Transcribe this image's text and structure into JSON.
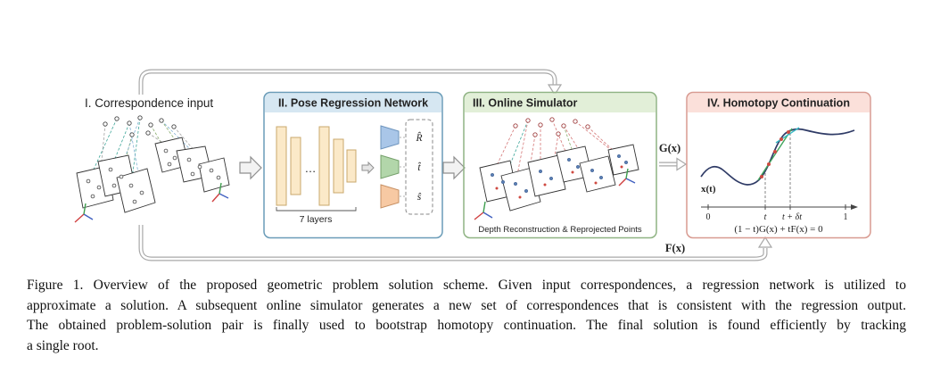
{
  "palette": {
    "panel2_border": "#6a9cb8",
    "panel2_header": "#d6e7f2",
    "panel3_border": "#8fb383",
    "panel3_header": "#e2efd8",
    "panel4_border": "#d89a90",
    "panel4_header": "#fbe0da",
    "arrow_gray": "#a8a8a8",
    "nn_layer_fill": "#fbe9c8",
    "trapezoid_blue": "#a9c6e8",
    "trapezoid_green": "#b2d6aa",
    "trapezoid_orange": "#f7c9a3",
    "curve_navy": "#2f3b66",
    "point_red": "#cf4a41",
    "tangent_green": "#3fa45b",
    "tangent_cyan": "#35b8c4"
  },
  "figure": {
    "panel1": {
      "label": "I. Correspondence input"
    },
    "panel2": {
      "title": "II. Pose Regression Network",
      "dots": "…",
      "layers_label": "7 layers",
      "outputs": [
        "R̂",
        "t̂",
        "ŝ"
      ]
    },
    "panel3": {
      "title": "III. Online Simulator",
      "footer": "Depth Reconstruction & Reprojected Points"
    },
    "panel4": {
      "title": "IV. Homotopy Continuation",
      "curve_label": "x(t)",
      "ticks": [
        "0",
        "t",
        "t + δt",
        "1"
      ],
      "equation": "(1 − t)G(x) + tF(x) = 0"
    },
    "flow": {
      "g_label": "G(x)",
      "f_label": "F(x)"
    }
  },
  "caption": {
    "lines": [
      "Figure 1. Overview of the proposed geometric problem solution scheme. Given input correspondences, a regression network is utilized to",
      "approximate a solution. A subsequent online simulator generates a new set of correspondences that is consistent with the regression output.",
      "The obtained problem-solution pair is finally used to bootstrap homotopy continuation. The final solution is found efficiently by tracking",
      "a single root."
    ]
  }
}
